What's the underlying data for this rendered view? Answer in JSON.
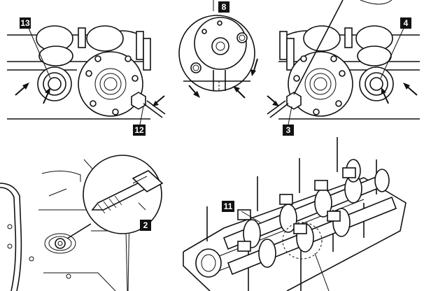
{
  "callouts": {
    "c13": "13",
    "c8": "8",
    "c4": "4",
    "c12": "12",
    "c3": "3",
    "c2": "2",
    "c11": "11"
  },
  "colors": {
    "ink": "#111111",
    "paper": "#ffffff"
  }
}
